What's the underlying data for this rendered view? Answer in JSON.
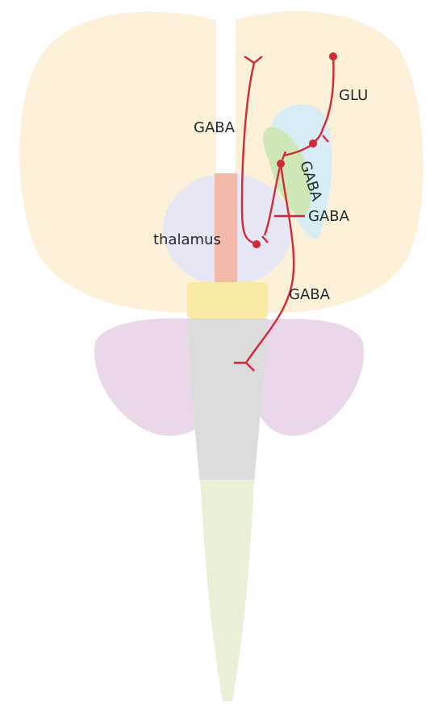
{
  "labels": {
    "glu": "GLU",
    "gaba_top": "GABA",
    "gaba_diagonal": "GABA",
    "gaba_mid": "GABA",
    "thalamus": "thalamus",
    "gaba_lower": "GABA"
  },
  "colors": {
    "cortex": "#fdf0d8",
    "thalamus": "#e6e6f4",
    "midline": "#f2b8a8",
    "striatum": "#d8ecf6",
    "globus_pallidus": "#cfe6b6",
    "midbrain": "#f7e9a2",
    "cerebellum": "#ead8ea",
    "brainstem": "#dcdcdc",
    "spinal_cord": "#e8f1d8",
    "pathway": "#d22a35",
    "label_text": "#1f2a2e"
  }
}
